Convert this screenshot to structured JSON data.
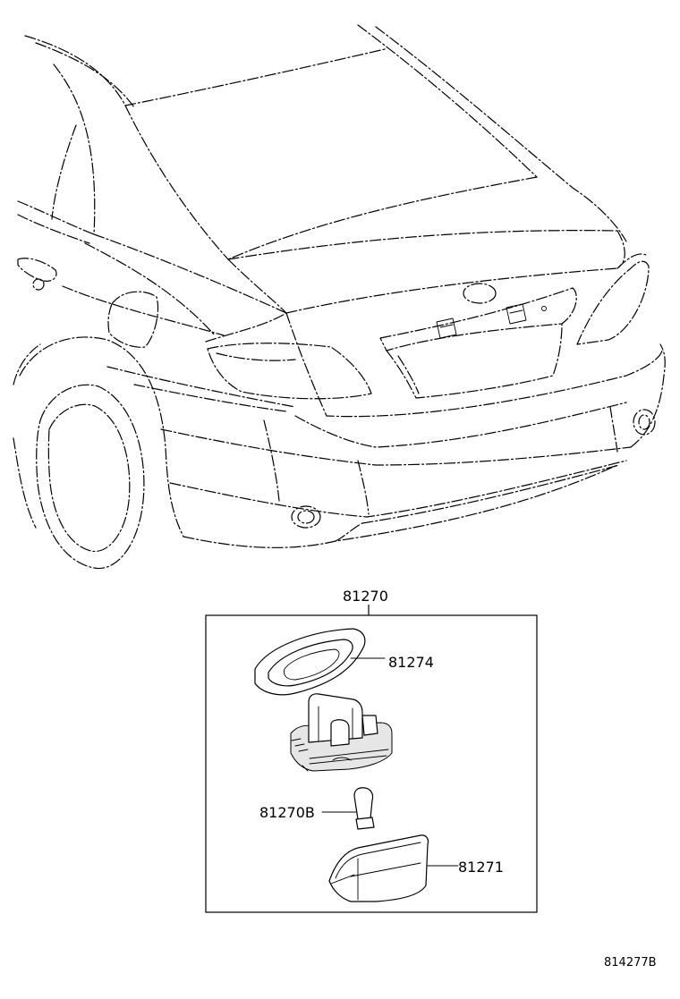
{
  "callouts": {
    "assembly": "81270",
    "lens": "81274",
    "bulb": "81270B",
    "housing": "81271"
  },
  "diagram_id": "814277B"
}
